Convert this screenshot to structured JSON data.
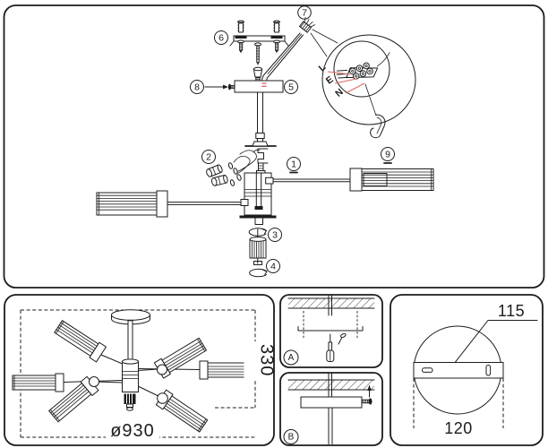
{
  "colors": {
    "ink": "#1c1c1c",
    "wire_leader_red": "#dd6a6a",
    "paper": "#ffffff"
  },
  "assembly": {
    "callouts": [
      "1",
      "2",
      "3",
      "4",
      "5",
      "6",
      "7",
      "8",
      "9"
    ],
    "wiring_inset": {
      "terminals": [
        "L",
        "E",
        "N"
      ]
    }
  },
  "dimensions": {
    "overall_diameter": "ø930",
    "overall_height": "330",
    "bracket_hole_spacing": "115",
    "canopy_width": "120"
  },
  "steps": {
    "a": "A",
    "b": "B"
  }
}
